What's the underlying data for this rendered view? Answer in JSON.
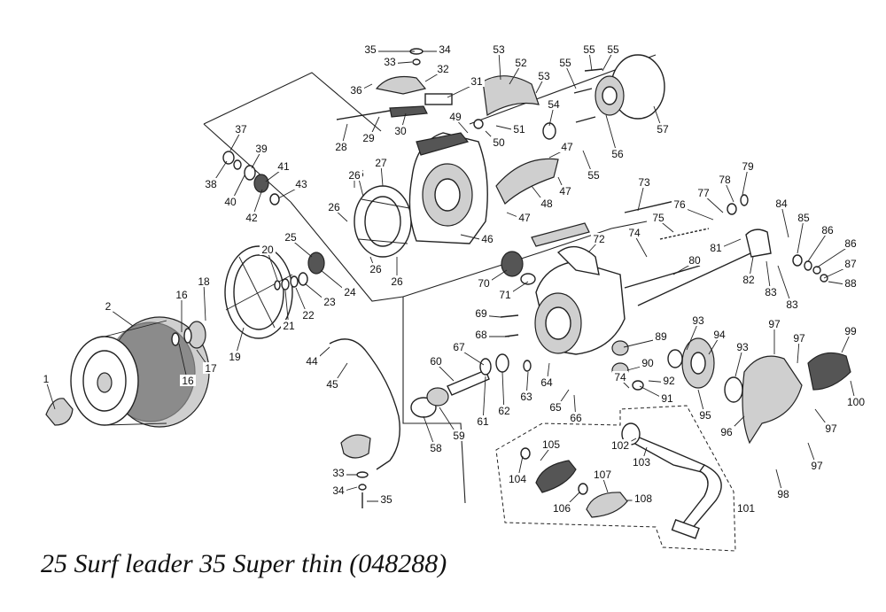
{
  "caption": "25 Surf leader 35 Super thin (048288)",
  "part_numbers": [
    "1",
    "2",
    "16",
    "16",
    "17",
    "18",
    "19",
    "20",
    "21",
    "22",
    "23",
    "24",
    "25",
    "26",
    "26",
    "26",
    "26",
    "26",
    "27",
    "28",
    "29",
    "30",
    "31",
    "32",
    "33",
    "34",
    "35",
    "36",
    "37",
    "38",
    "39",
    "40",
    "41",
    "42",
    "43",
    "44",
    "45",
    "46",
    "47",
    "47",
    "47",
    "48",
    "49",
    "50",
    "51",
    "52",
    "53",
    "53",
    "54",
    "55",
    "55",
    "55",
    "55",
    "56",
    "57",
    "58",
    "59",
    "60",
    "61",
    "62",
    "63",
    "64",
    "65",
    "66",
    "67",
    "68",
    "69",
    "70",
    "71",
    "72",
    "73",
    "74",
    "74",
    "75",
    "76",
    "77",
    "78",
    "79",
    "80",
    "81",
    "82",
    "83",
    "83",
    "84",
    "85",
    "86",
    "86",
    "87",
    "88",
    "89",
    "90",
    "91",
    "92",
    "93",
    "93",
    "94",
    "95",
    "96",
    "97",
    "97",
    "97",
    "97",
    "98",
    "99",
    "100",
    "101",
    "102",
    "103",
    "104",
    "105",
    "106",
    "107",
    "108",
    "33",
    "34",
    "35"
  ]
}
